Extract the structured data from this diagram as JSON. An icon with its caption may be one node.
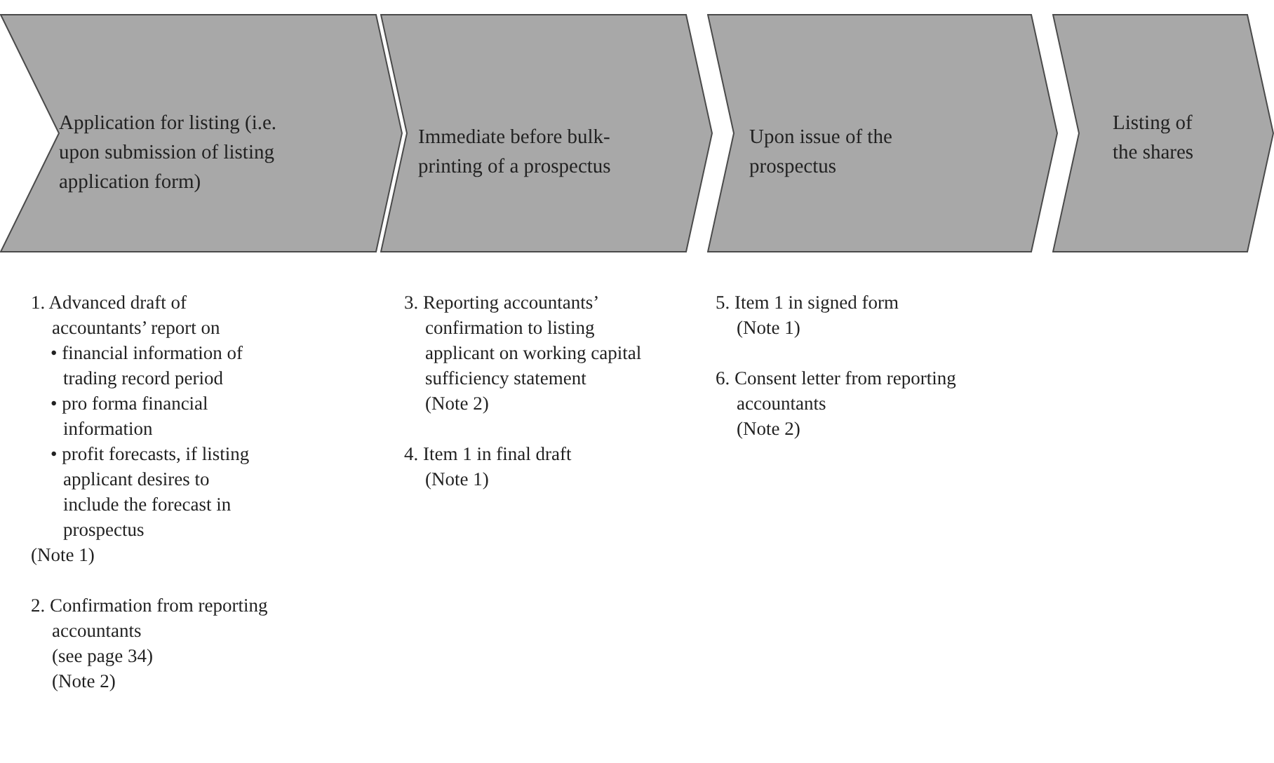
{
  "diagram": {
    "nodes": [
      {
        "text": [
          "Application for listing (i.e. upon submission of listing application form)"
        ]
      },
      {
        "text": [
          "Immediate before bulk-printing of a prospectus"
        ]
      },
      {
        "text": [
          "Upon issue of the prospectus"
        ]
      },
      {
        "text": [
          "Listing of the shares"
        ]
      }
    ],
    "labels": [
      "1. Advanced draft of accountants’ report on",
      "• financial information of trading record period",
      "• pro forma financial information",
      "• profit forecasts, if listing applicant desires to include the forecast in prospectus",
      "(Note 1)",
      "2. Confirmation from reporting accountants",
      "(see page 34)",
      "(Note 2)",
      "3. Reporting accountants’ confirmation to listing applicant on working capital sufficiency statement",
      "(Note 2)",
      "4. Item 1 in final draft",
      "(Note 1)",
      "5. Item 1 in signed form",
      "(Note 1)",
      "6. Consent letter from reporting accountants",
      "(Note 2)"
    ]
  }
}
